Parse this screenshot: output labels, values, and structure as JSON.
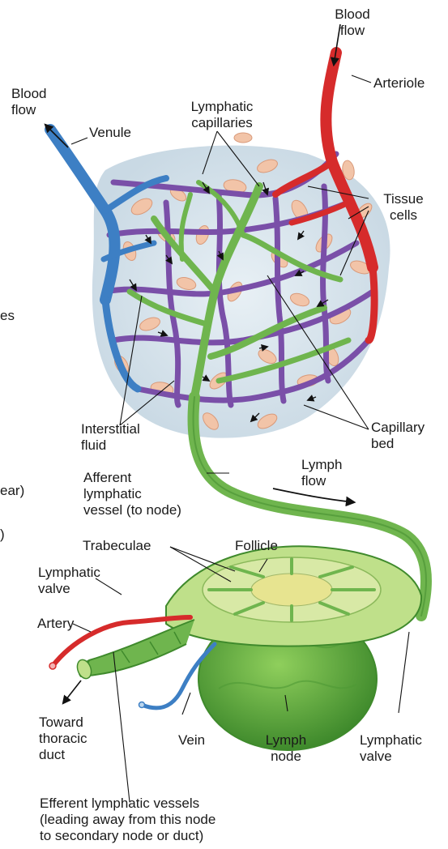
{
  "labels": {
    "blood_flow_top": "Blood\nflow",
    "arteriole": "Arteriole",
    "blood_flow_left": "Blood\nflow",
    "venule": "Venule",
    "lymphatic_capillaries": "Lymphatic\ncapillaries",
    "tissue_cells": "Tissue\ncells",
    "edge_fragment_1": "es",
    "interstitial_fluid": "Interstitial\nfluid",
    "capillary_bed": "Capillary\nbed",
    "edge_fragment_2": "ear)",
    "afferent_vessel": "Afferent\nlymphatic\nvessel (to node)",
    "lymph_flow": "Lymph\nflow",
    "edge_fragment_3": ")",
    "trabeculae": "Trabeculae",
    "follicle": "Follicle",
    "lymphatic_valve_left": "Lymphatic\nvalve",
    "artery": "Artery",
    "toward_thoracic_duct": "Toward\nthoracic\nduct",
    "vein": "Vein",
    "lymph_node": "Lymph\nnode",
    "lymphatic_valve_right": "Lymphatic\nvalve",
    "efferent_vessels": "Efferent lymphatic vessels\n(leading away from this node\nto secondary node or duct)"
  },
  "colors": {
    "artery_red": "#d62b2b",
    "vein_blue": "#3d7fc4",
    "capillary_purple": "#7a4fa8",
    "lymph_green": "#6fb54e",
    "lymph_dark_green": "#3f8a2c",
    "node_light": "#d8e9a6",
    "tissue_cell": "#f2c4a8",
    "interstitial_bg": "#d9e6ee",
    "text": "#1a1a1a"
  }
}
